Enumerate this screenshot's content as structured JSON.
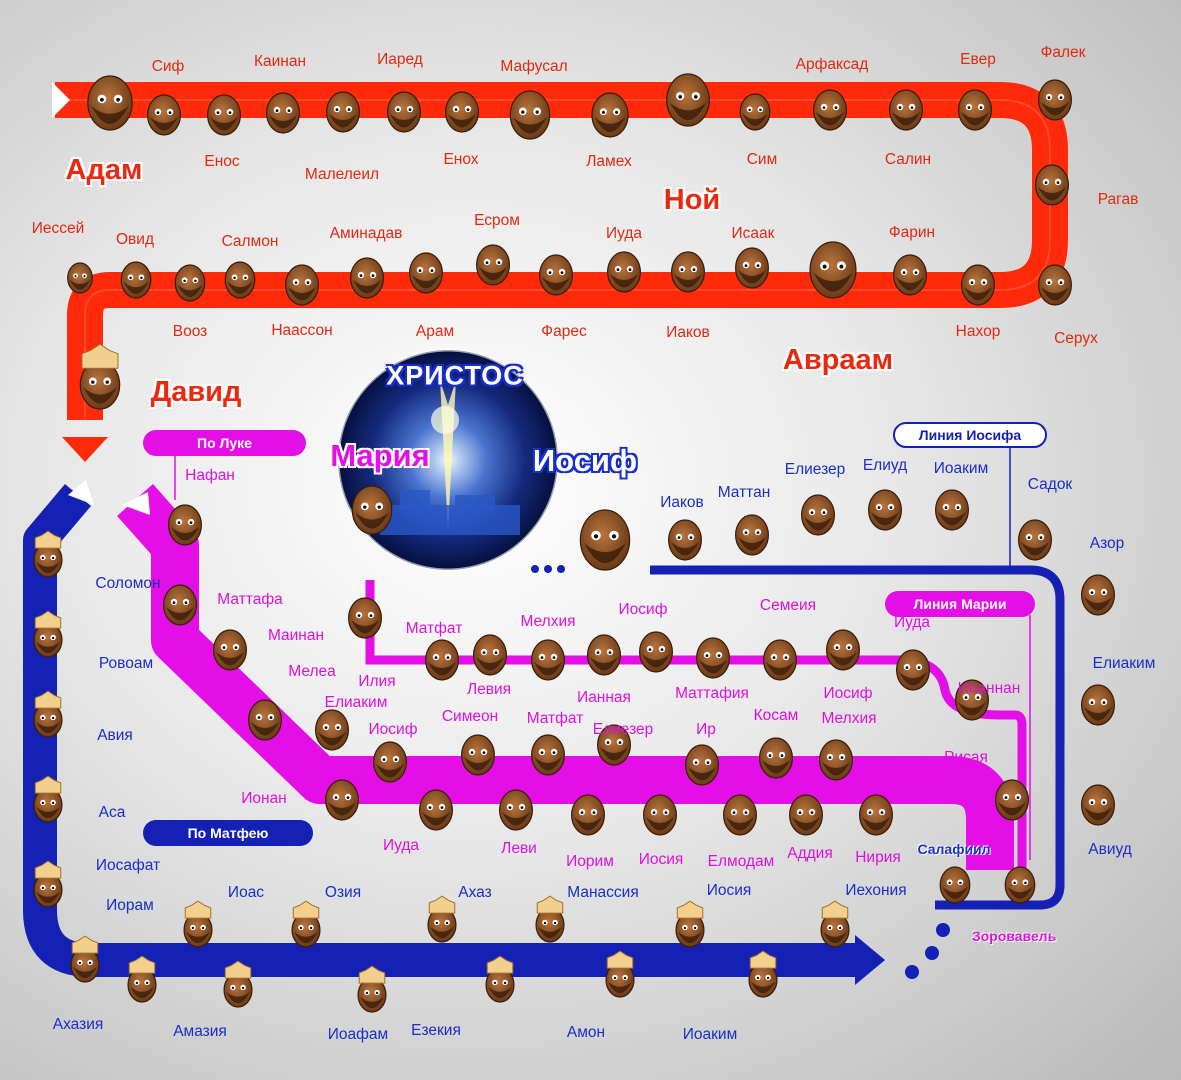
{
  "center": {
    "title": "ХРИСТОС",
    "maria": "Мария",
    "iosif": "Иосиф"
  },
  "pills": {
    "luke": "По Луке",
    "matthew": "По Матфею",
    "joseph_line": "Линия Иосифа",
    "mary_line": "Линия Марии"
  },
  "red_line": [
    {
      "name": "Адам",
      "big": true
    },
    {
      "name": "Сиф"
    },
    {
      "name": "Енос"
    },
    {
      "name": "Каинан"
    },
    {
      "name": "Малелеил"
    },
    {
      "name": "Иаред"
    },
    {
      "name": "Енох"
    },
    {
      "name": "Мафусал"
    },
    {
      "name": "Ламех"
    },
    {
      "name": "Ной",
      "big": true
    },
    {
      "name": "Сим"
    },
    {
      "name": "Арфаксад"
    },
    {
      "name": "Салин"
    },
    {
      "name": "Евер"
    },
    {
      "name": "Фалек"
    },
    {
      "name": "Рагав"
    },
    {
      "name": "Серух"
    },
    {
      "name": "Нахор"
    },
    {
      "name": "Фарин"
    },
    {
      "name": "Авраам",
      "big": true
    },
    {
      "name": "Исаак"
    },
    {
      "name": "Иаков"
    },
    {
      "name": "Иуда"
    },
    {
      "name": "Фарес"
    },
    {
      "name": "Есром"
    },
    {
      "name": "Арам"
    },
    {
      "name": "Аминадав"
    },
    {
      "name": "Наассон"
    },
    {
      "name": "Салмон"
    },
    {
      "name": "Вооз"
    },
    {
      "name": "Овид"
    },
    {
      "name": "Иессей"
    },
    {
      "name": "Давид",
      "big": true
    }
  ],
  "matthew_line": [
    "Соломон",
    "Ровоам",
    "Авия",
    "Аса",
    "Иосафат",
    "Иорам",
    "Ахазия",
    "Иоас",
    "Амазия",
    "Озия",
    "Иоафам",
    "Ахаз",
    "Езекия",
    "Манассия",
    "Амон",
    "Иосия",
    "Иоаким",
    "Иехония",
    "Салафиил",
    "Зоровавель",
    "Авиуд",
    "Елиаким",
    "Азор",
    "Садок",
    "Иоаким",
    "Елиуд",
    "Елиезер",
    "Маттан",
    "Иаков"
  ],
  "luke_line": [
    "Нафан",
    "Маттафа",
    "Маинан",
    "Мелеа",
    "Елиаким",
    "Ионан",
    "Иосиф",
    "Иуда",
    "Симеон",
    "Леви",
    "Матфат",
    "Иорим",
    "Елиезер",
    "Иосия",
    "Ир",
    "Елмодам",
    "Косам",
    "Аддия",
    "Мелхия",
    "Нирия",
    "Рисая",
    "Иоаннан",
    "Иуда",
    "Иосиф",
    "Семеия",
    "Маттафия",
    "Иосиф",
    "Ианная",
    "Мелхия",
    "Левия",
    "Матфат",
    "Илия"
  ]
}
